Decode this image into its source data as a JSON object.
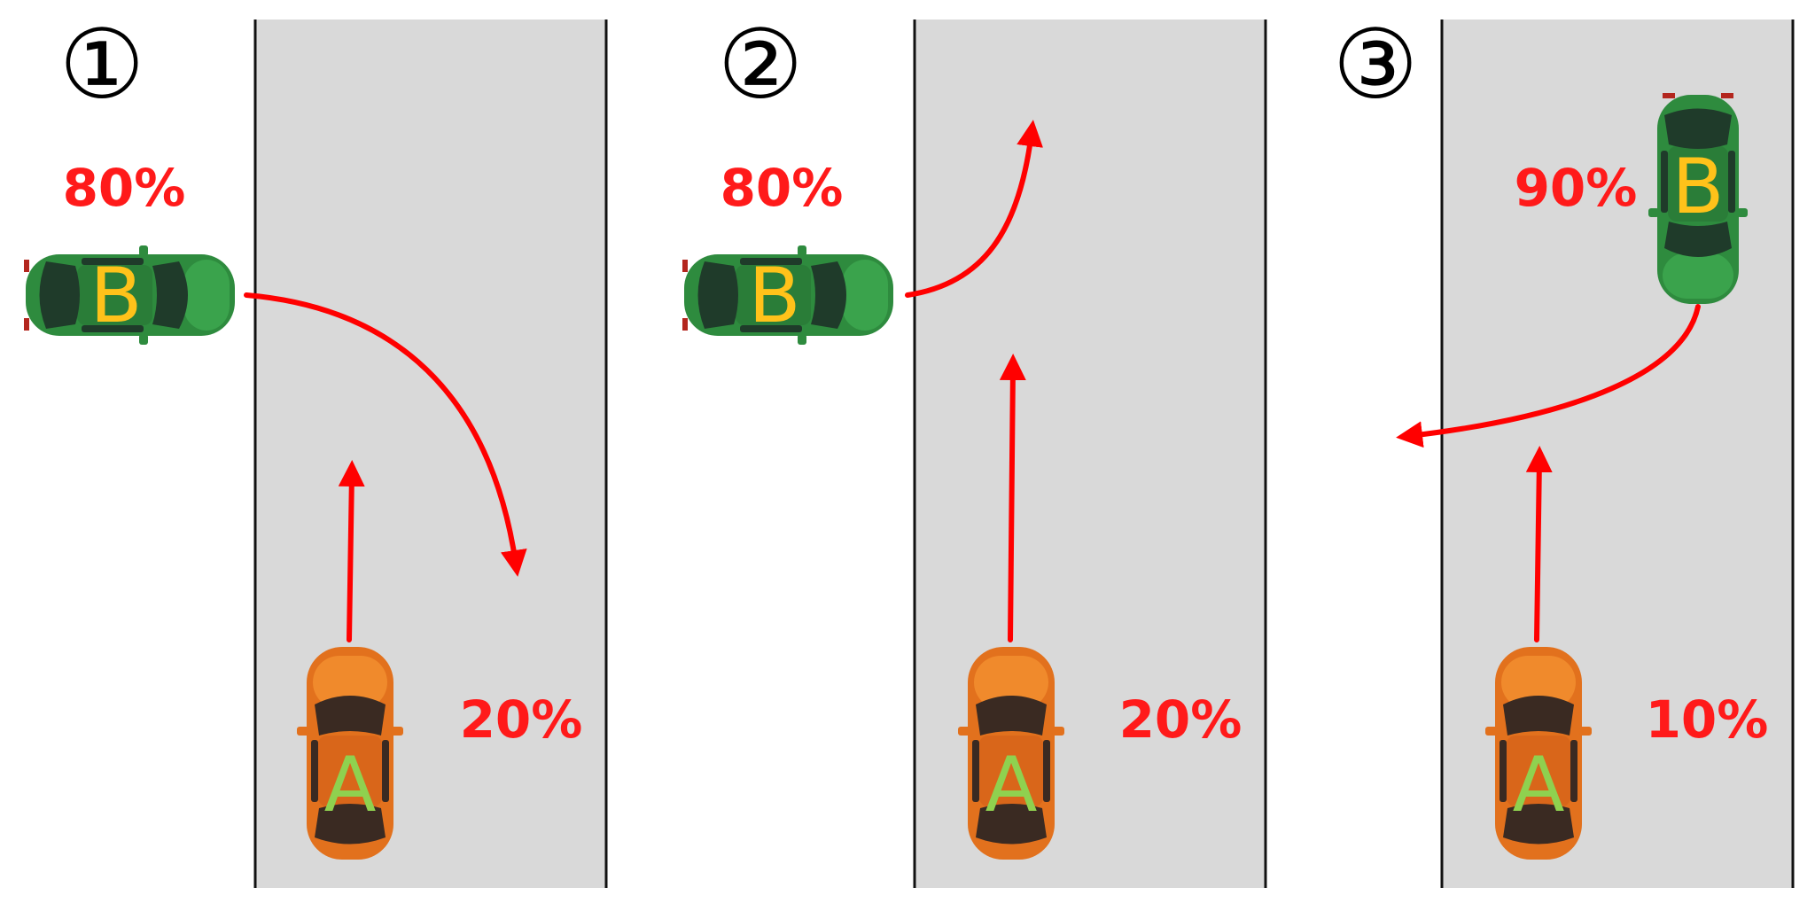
{
  "colors": {
    "road": "#d9d9d9",
    "arrow": "#ff0000",
    "car_a_body": "#e2711d",
    "car_a_letter": "#8fd14f",
    "car_b_body": "#2e8b3e",
    "car_b_letter": "#ffc21a",
    "percent_text": "#ff1a1a"
  },
  "scenarios": [
    {
      "number": "①",
      "car_b": {
        "label": "B",
        "percent": "80%",
        "orientation": "facing-right",
        "maneuver": "turning-right-across-road"
      },
      "car_a": {
        "label": "A",
        "percent": "20%",
        "orientation": "facing-up",
        "maneuver": "straight"
      }
    },
    {
      "number": "②",
      "car_b": {
        "label": "B",
        "percent": "80%",
        "orientation": "facing-right",
        "maneuver": "turning-left-onto-road"
      },
      "car_a": {
        "label": "A",
        "percent": "20%",
        "orientation": "facing-up",
        "maneuver": "straight"
      }
    },
    {
      "number": "③",
      "car_b": {
        "label": "B",
        "percent": "90%",
        "orientation": "facing-down",
        "maneuver": "turning-right-off-road"
      },
      "car_a": {
        "label": "A",
        "percent": "10%",
        "orientation": "facing-up",
        "maneuver": "straight"
      }
    }
  ]
}
